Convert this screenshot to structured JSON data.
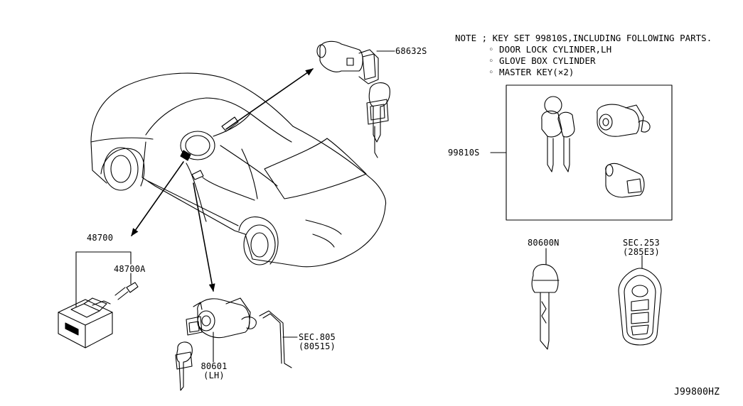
{
  "note": {
    "heading": "NOTE ; KEY SET 99810S,INCLUDING FOLLOWING PARTS.",
    "items": [
      "◦ DOOR LOCK CYLINDER,LH",
      "◦ GLOVE BOX CYLINDER",
      "◦ MASTER KEY(×2)"
    ]
  },
  "labels": {
    "p68632s": "68632S",
    "p99810s": "99810S",
    "p48700": "48700",
    "p48700a": "48700A",
    "p80600n": "80600N",
    "sec253": "SEC.253",
    "sec253_sub": "(285E3)",
    "sec805": "SEC.805",
    "sec805_sub": "(80515)",
    "p80601": "80601",
    "p80601_sub": "(LH)",
    "figure_code": "J99800HZ"
  }
}
